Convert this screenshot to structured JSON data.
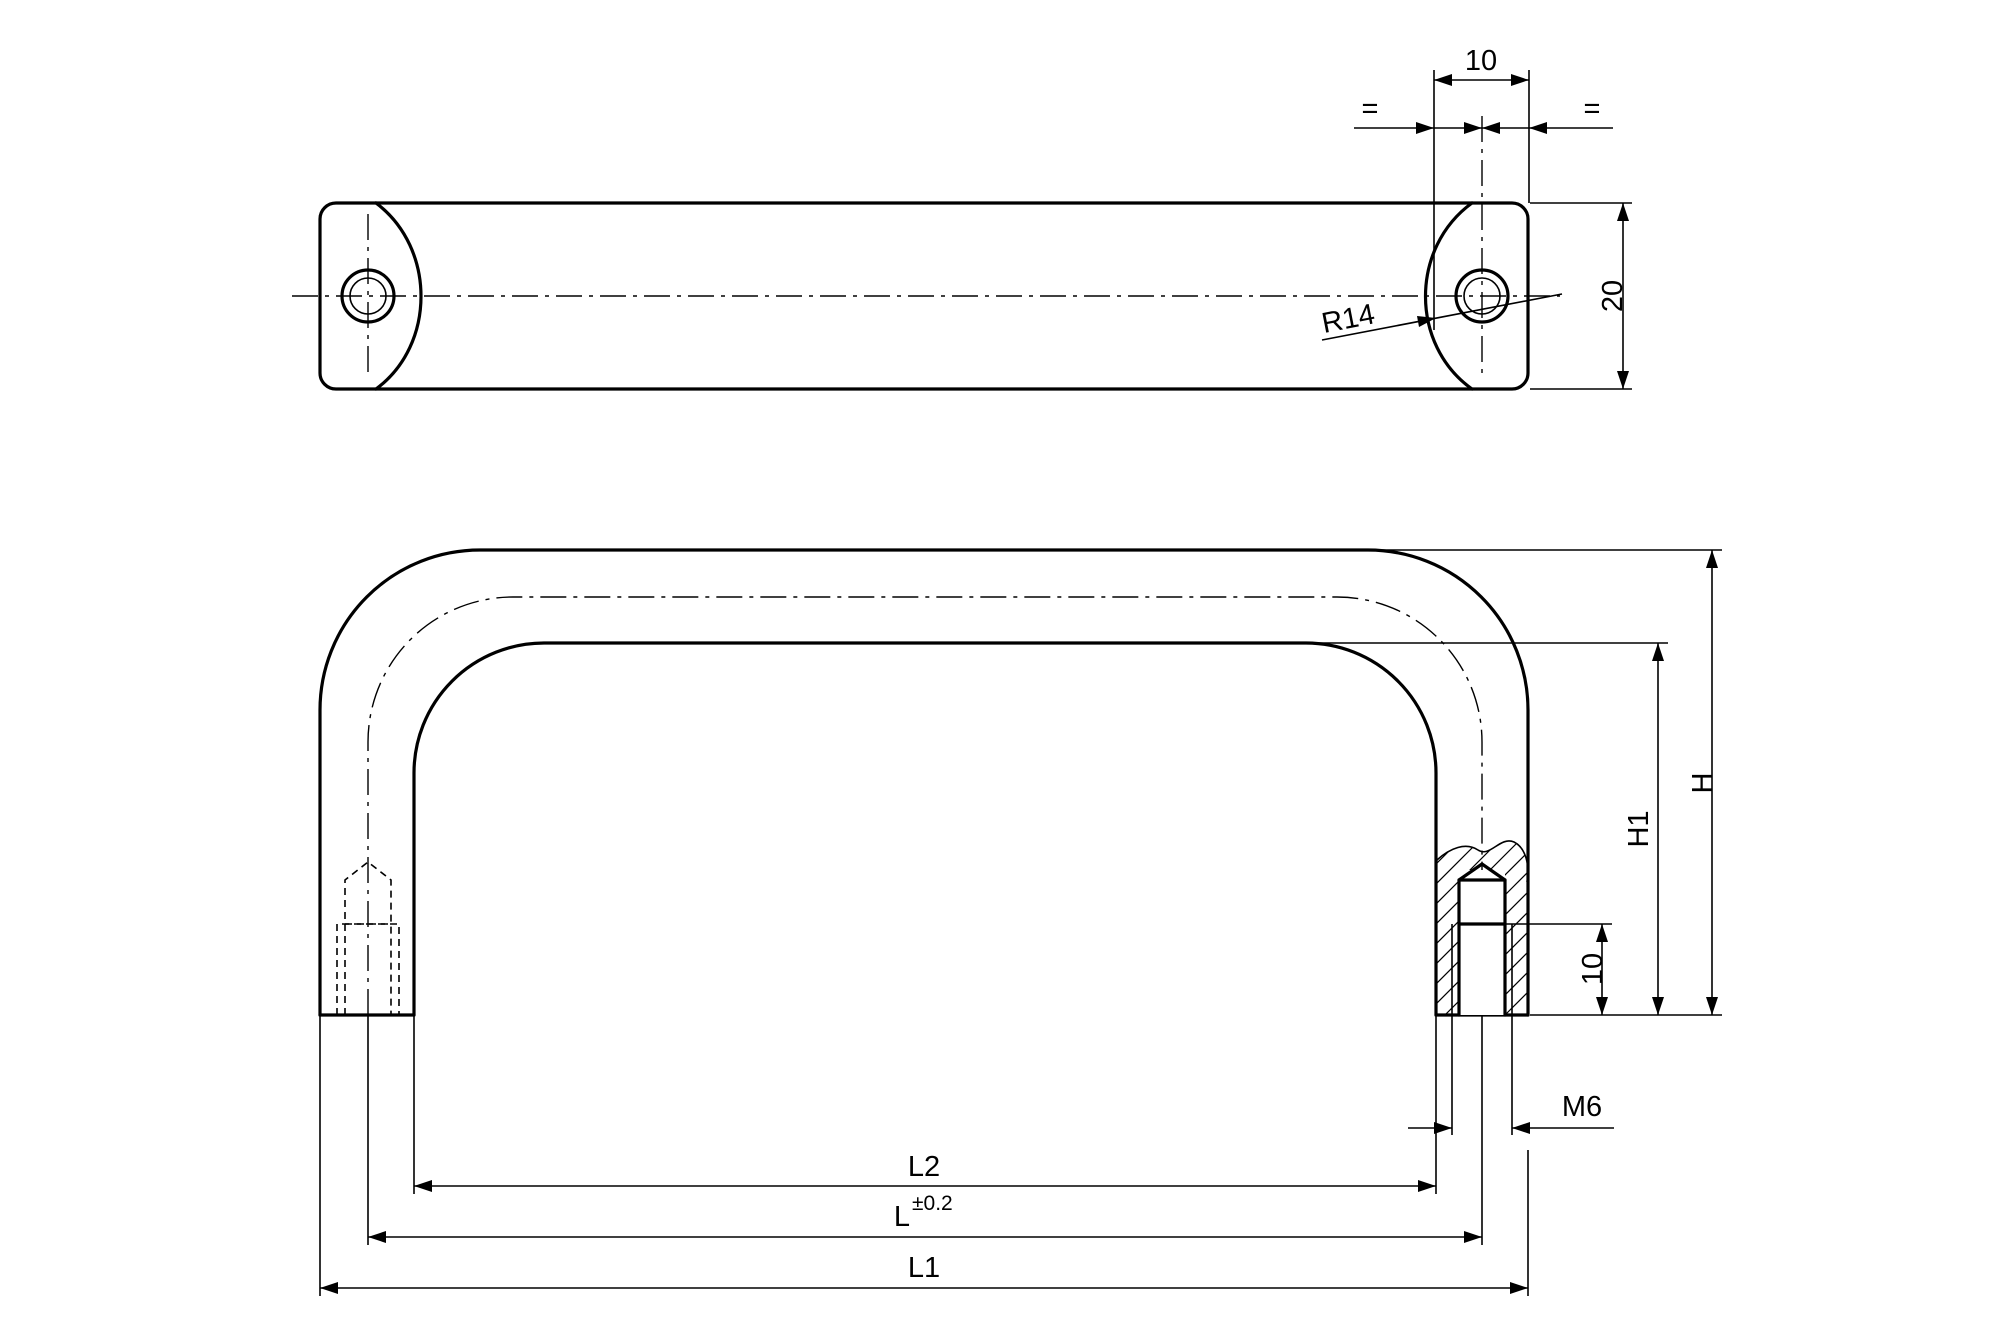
{
  "dimensions": {
    "slot_width": "10",
    "equal_left": "=",
    "equal_right": "=",
    "top_height": "20",
    "radius": "R14",
    "height_h": "H",
    "height_h1": "H1",
    "thread_depth": "10",
    "thread": "M6",
    "length_l2": "L2",
    "length_l": "L",
    "tolerance_l": "±0.2",
    "length_l1": "L1"
  }
}
